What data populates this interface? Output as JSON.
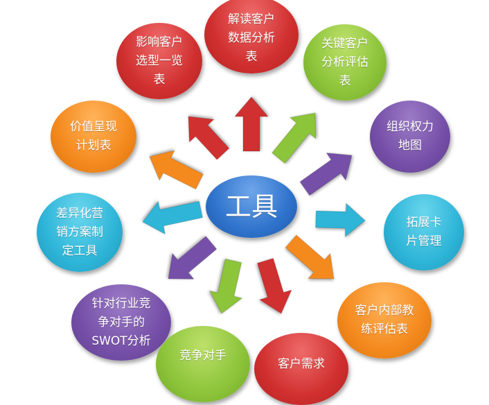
{
  "center": {
    "label": "工具",
    "color": "#2f73cc"
  },
  "nodes": [
    {
      "label": "解读客户\n数据分析\n表",
      "color": "#d0302f"
    },
    {
      "label": "影响客户\n选型一览\n表",
      "color": "#d0302f"
    },
    {
      "label": "关键客户\n分析评估\n表",
      "color": "#8cc43a"
    },
    {
      "label": "组织权力\n地图",
      "color": "#7650a8"
    },
    {
      "label": "价值呈现\n计划表",
      "color": "#f48a1e"
    },
    {
      "label": "拓展卡\n片管理",
      "color": "#2eb5d8"
    },
    {
      "label": "差异化营\n销方案制\n定工具",
      "color": "#2eb5d8"
    },
    {
      "label": "客户内部教\n练评估表",
      "color": "#f48a1e"
    },
    {
      "label": "针对行业竞\n争对手的\nSWOT分析",
      "color": "#7650a8"
    },
    {
      "label": "竞争对手",
      "color": "#8cc43a"
    },
    {
      "label": "客户需求",
      "color": "#d0302f"
    }
  ]
}
